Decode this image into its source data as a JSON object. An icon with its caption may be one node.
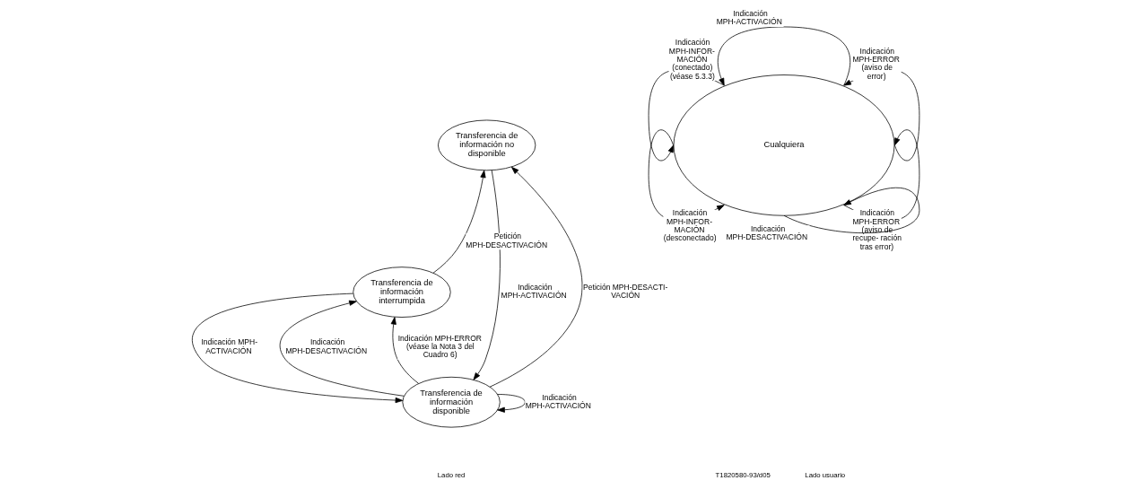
{
  "diagram": {
    "nodes": [
      {
        "text": [
          "Transferencia de información no disponible"
        ]
      },
      {
        "text": [
          "Transferencia de información interrumpida"
        ]
      },
      {
        "text": [
          "Transferencia de información disponible"
        ]
      },
      {
        "text": [
          "Cualquiera"
        ]
      }
    ],
    "edges": [
      {
        "from": 1,
        "to": 0,
        "arrow": "to",
        "label": "Petición MPH-DESACTIVACIÓN"
      },
      {
        "from": 0,
        "to": 2,
        "arrow": "to",
        "label": "Indicación MPH-ACTIVACIÓN"
      },
      {
        "from": 2,
        "to": 0,
        "arrow": "to",
        "label": "Petición MPH-DESACTI- VACIÓN"
      },
      {
        "from": 1,
        "to": 2,
        "arrow": "to",
        "label": "Indicación MPH- ACTIVACIÓN"
      },
      {
        "from": 2,
        "to": 1,
        "arrow": "to",
        "label": "Indicación MPH-DESACTIVACIÓN"
      },
      {
        "from": 2,
        "to": 1,
        "arrow": "to",
        "label": "Indicación MPH-ERROR (véase la Nota 3 del Cuadro 6)"
      },
      {
        "from": 2,
        "to": 2,
        "arrow": "to",
        "label": "Indicación MPH-ACTIVACIÓN"
      },
      {
        "from": 3,
        "to": 3,
        "arrow": "to",
        "label": "Indicación MPH-ACTIVACIÓN"
      },
      {
        "from": 3,
        "to": 3,
        "arrow": "to",
        "label": "Indicación MPH-INFOR- MACIÓN (conectado) (véase 5.3.3)"
      },
      {
        "from": 3,
        "to": 3,
        "arrow": "to",
        "label": "Indicación MPH-ERROR (aviso de error)"
      },
      {
        "from": 3,
        "to": 3,
        "arrow": "to",
        "label": "Indicación MPH-INFOR- MACIÓN (desconectado)"
      },
      {
        "from": 3,
        "to": 3,
        "arrow": "to",
        "label": "Indicación MPH-ERROR (aviso de recupe- ración tras error)"
      },
      {
        "from": 3,
        "to": 3,
        "arrow": "to",
        "label": "Indicación MPH-DESACTIVACIÓN"
      }
    ],
    "labels": [
      "T1820580-93/d05",
      "Lado red",
      "Lado usuario"
    ]
  }
}
